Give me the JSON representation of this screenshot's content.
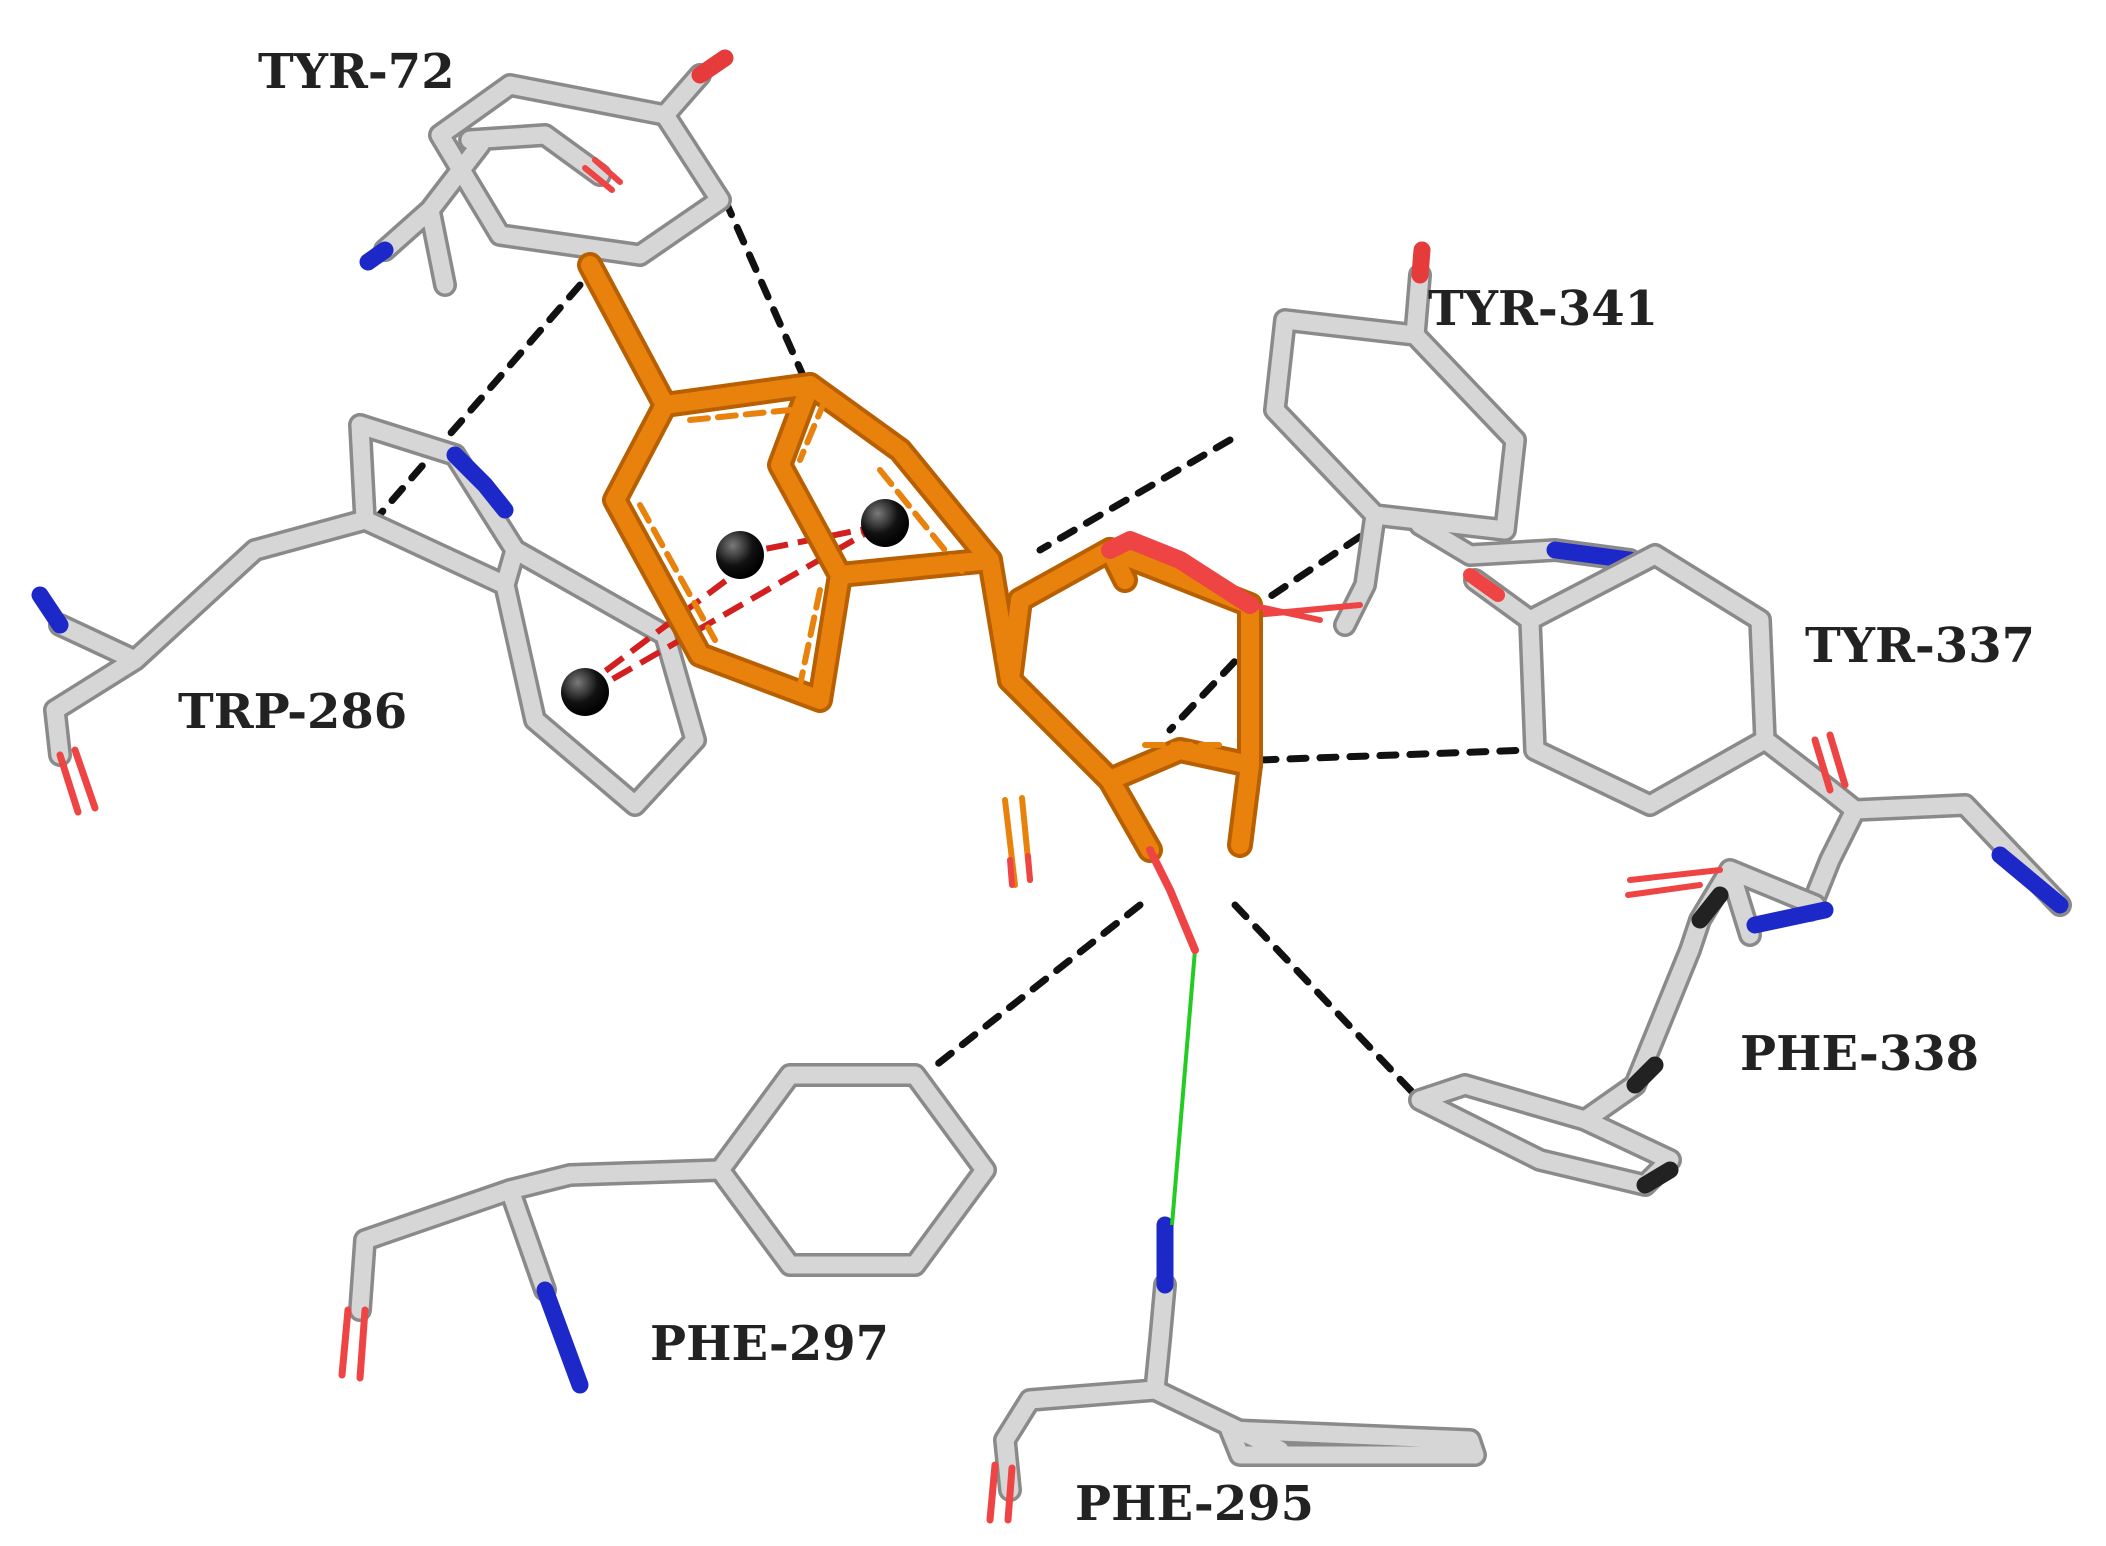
{
  "residues": [
    {
      "id": "tyr72",
      "label": "TYR-72"
    },
    {
      "id": "tyr341",
      "label": "TYR-341"
    },
    {
      "id": "trp286",
      "label": "TRP-286"
    },
    {
      "id": "tyr337",
      "label": "TYR-337"
    },
    {
      "id": "phe338",
      "label": "PHE-338"
    },
    {
      "id": "phe297",
      "label": "PHE-297"
    },
    {
      "id": "phe295",
      "label": "PHE-295"
    }
  ],
  "colors": {
    "residue_carbon": "#d4d4d4",
    "residue_carbon_edge": "#8a8a8a",
    "ligand_carbon": "#e8820c",
    "ligand_edge": "#b85f00",
    "oxygen": "#ef4444",
    "nitrogen": "#1d28c8",
    "hydrophobic_contact": "#111111",
    "pi_stacking": "#d21f1f",
    "hydrogen_bond": "#22cc22",
    "centroid": "#000000"
  },
  "legend_shown": false
}
